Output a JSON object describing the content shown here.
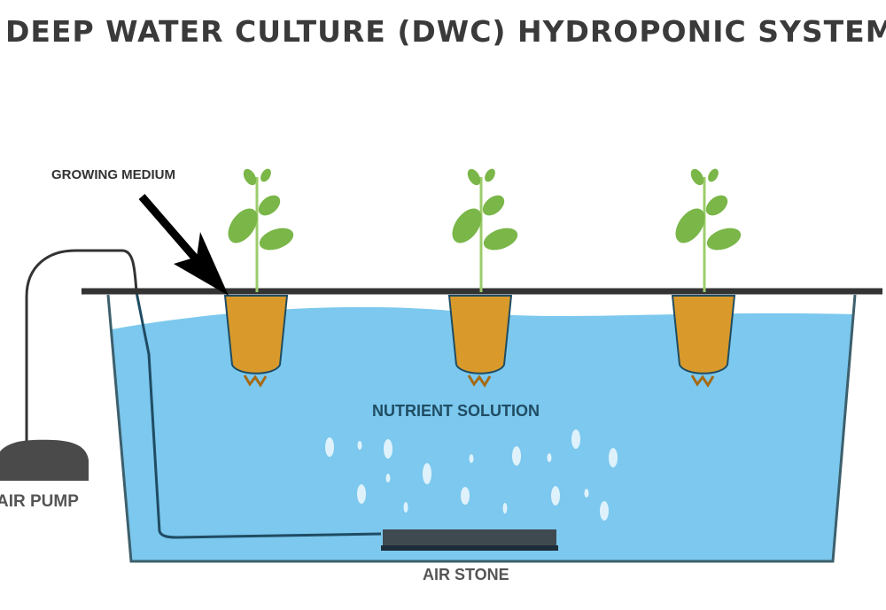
{
  "title": "DEEP WATER CULTURE (DWC) HYDROPONIC SYSTEM",
  "labels": {
    "growing_medium": "GROWING MEDIUM",
    "nutrient_solution": "NUTRIENT SOLUTION",
    "air_pump": "AIR PUMP",
    "air_stone": "AIR STONE"
  },
  "colors": {
    "water": "#7cc8ee",
    "tank_outline": "#3d5f6c",
    "rim": "#333333",
    "pot": "#d99a2b",
    "leaf": "#7ab648",
    "pump": "#4a4a4a",
    "air_stone": "#3f4a50",
    "bubble": "#dff2fc"
  }
}
